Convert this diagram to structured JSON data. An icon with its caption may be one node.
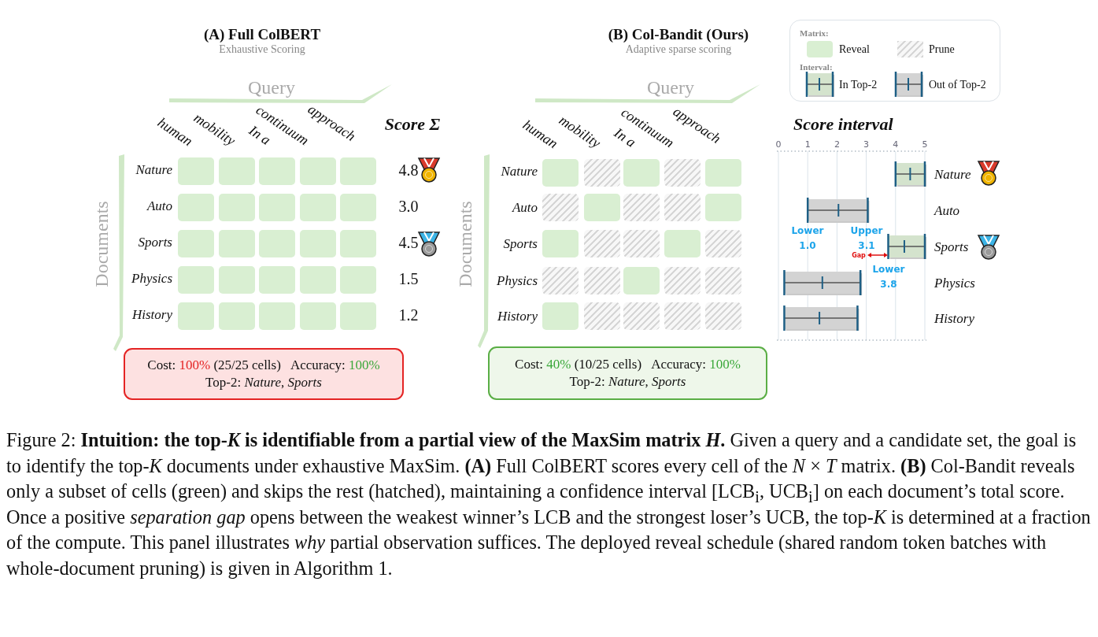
{
  "diagram": {
    "caption": "Figure 2: **Intuition: the top-*K* is identifiable from a partial view of the MaxSim matrix *H*.** Given a query and a candidate set, the goal is to identify the top-*K* documents under exhaustive MaxSim. **(A)** Full ColBERT scores every cell of the *N* × *T* matrix. **(B)** Col-Bandit reveals only a subset of cells (green) and skips the rest (hatched), maintaining a confidence interval [LCB$_{i}$, UCB$_{i}$] on each document’s total score. Once a positive *separation gap* opens between the weakest winner’s LCB and the strongest loser’s UCB, the top-*K* is determined at a fraction of the compute. This panel illustrates *why* partial observation suffices. The deployed reveal schedule (shared random token batches with whole-document pruning) is given in Algorithm 1.",
    "nodes": [
      {
        "text": [
          "Cost: 100% (25/25 cells)",
          "Accuracy: 100%",
          "Top-2: *Nature*, *Sports*"
        ]
      },
      {
        "text": [
          "Cost: 40% (10/25 cells)",
          "Accuracy: 100%",
          "Top-2: *Nature*, *Sports*"
        ]
      }
    ],
    "labels": [
      "(A) Full ColBERT",
      "Exhaustive Scoring",
      "(B) Col-Bandit (Ours)",
      "Adaptive sparse scoring",
      "Matrix:",
      "Interval:",
      "Query",
      "human",
      "mobility",
      "In a",
      "continuum",
      "approach",
      "Score Σ",
      "Documents",
      "Nature",
      "Auto",
      "Sports",
      "Physics",
      "History",
      "4.8",
      "3.0",
      "4.5",
      "1.5",
      "1.2",
      "Query",
      "human",
      "mobility",
      "In a",
      "continuum",
      "approach",
      "Documents",
      "Nature",
      "Auto",
      "Sports",
      "Physics",
      "History",
      "Score interval",
      "0",
      "1",
      "2",
      "3",
      "4",
      "5",
      "Nature",
      "Auto",
      "Sports",
      "Physics",
      "History",
      "Lower 1.0",
      "Upper 3.1",
      "Gap",
      "Lower 3.8"
    ],
    "legend": [
      {
        "text": "Reveal",
        "color": "#d9efd2"
      },
      {
        "text": "Prune"
      },
      {
        "text": "In Top-2"
      },
      {
        "text": "Out of Top-2"
      }
    ]
  }
}
